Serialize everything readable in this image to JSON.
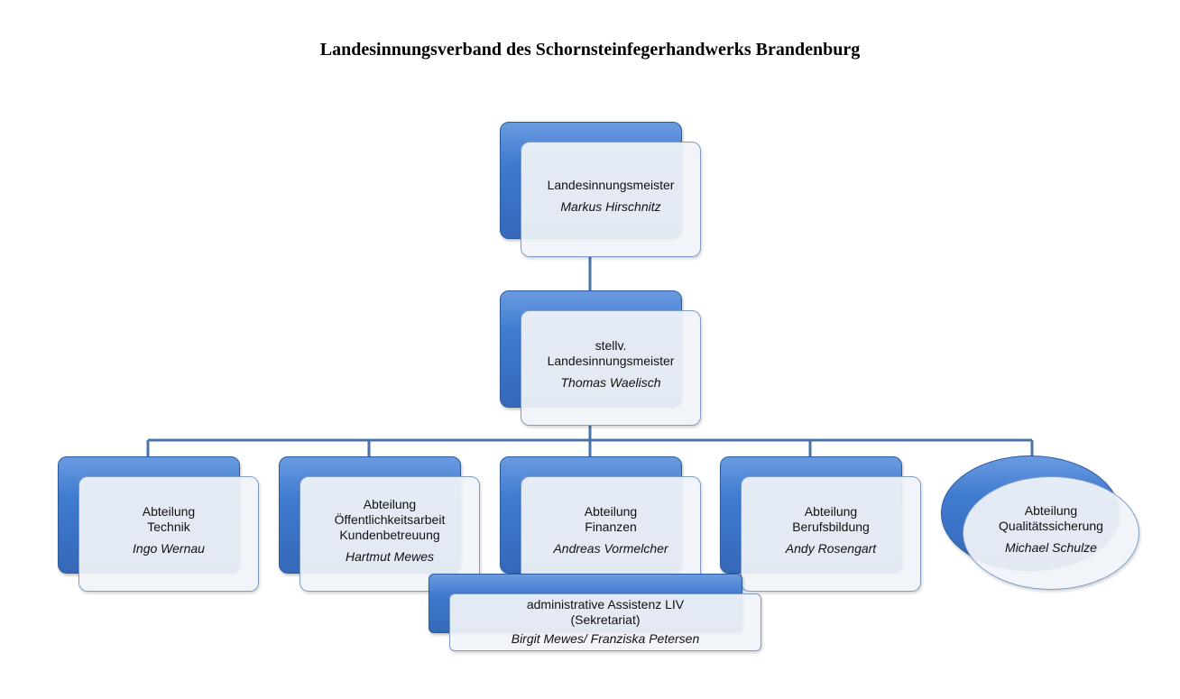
{
  "title": "Landesinnungsverband des Schornsteinfegerhandwerks Brandenburg",
  "nodes": {
    "meister": {
      "lines": [
        "Landesinnungsmeister"
      ],
      "name": "Markus Hirschnitz"
    },
    "stellv": {
      "lines": [
        "stellv.",
        "Landesinnungsmeister"
      ],
      "name": "Thomas Waelisch"
    },
    "technik": {
      "lines": [
        "Abteilung",
        "Technik"
      ],
      "name": "Ingo Wernau"
    },
    "oeffentlichkeit": {
      "lines": [
        "Abteilung",
        "Öffentlichkeitsarbeit",
        "Kundenbetreuung"
      ],
      "name": "Hartmut Mewes"
    },
    "finanzen": {
      "lines": [
        "Abteilung",
        "Finanzen"
      ],
      "name": "Andreas Vormelcher"
    },
    "berufsbildung": {
      "lines": [
        "Abteilung",
        "Berufsbildung"
      ],
      "name": "Andy Rosengart"
    },
    "qualitaet": {
      "lines": [
        "Abteilung",
        "Qualitätssicherung"
      ],
      "name": "Michael Schulze"
    },
    "assistenz": {
      "lines": [
        "administrative Assistenz LIV",
        "(Sekretariat)"
      ],
      "name": "Birgit Mewes/ Franziska Petersen"
    }
  },
  "colors": {
    "box_blue": "#3f7bd0",
    "connector": "#4a74a8"
  }
}
